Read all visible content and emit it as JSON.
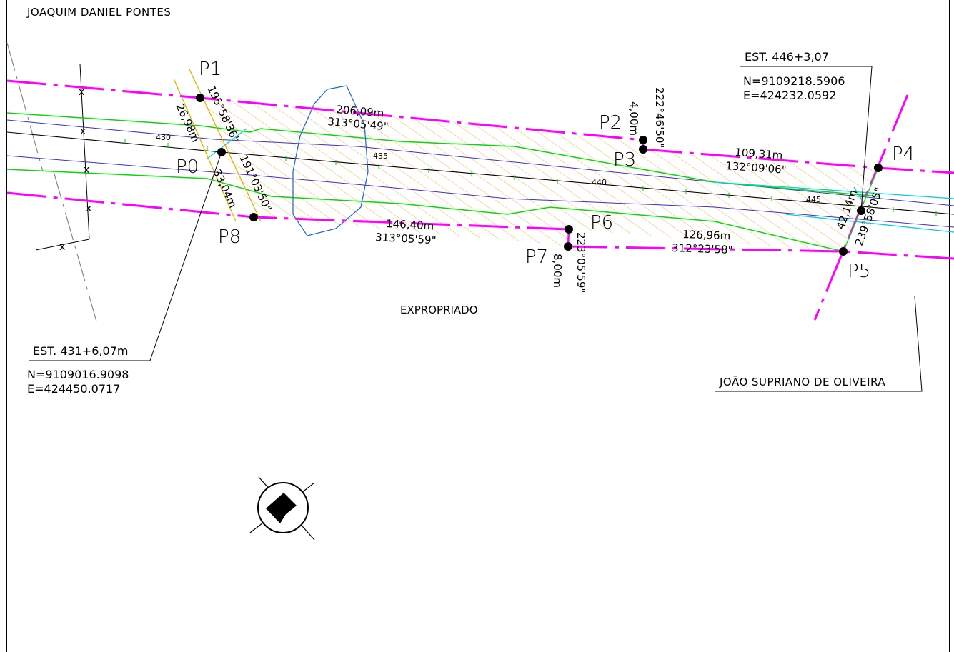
{
  "owners": {
    "top_left": "JOAQUIM DANIEL PONTES",
    "bottom_right": "JOÃO SUPRIANO DE OLIVEIRA"
  },
  "area_label": "EXPROPRIADO",
  "stations": {
    "start": {
      "label": "EST. 431+6,07m",
      "n": "N=9109016.9098",
      "e": "E=424450.0717"
    },
    "end": {
      "label": "EST. 446+3,07",
      "n": "N=9109218.5906",
      "e": "E=424232.0592"
    }
  },
  "points": {
    "p0": "P0",
    "p1": "P1",
    "p2": "P2",
    "p3": "P3",
    "p4": "P4",
    "p5": "P5",
    "p6": "P6",
    "p7": "P7",
    "p8": "P8"
  },
  "segments": {
    "p1_p2": {
      "distance": "206,09m",
      "bearing": "313°05'49\""
    },
    "p2_p3": {
      "distance": "4,00m",
      "bearing": "222°46'50\""
    },
    "p3_p4": {
      "distance": "109,31m",
      "bearing": "132°09'06\""
    },
    "p4_p5": {
      "distance": "42,14m",
      "bearing": "239°58'05\""
    },
    "p5_p6": {
      "distance": "126,96m",
      "bearing": "312°23'58\""
    },
    "p6_p7": {
      "distance": "8,00m",
      "bearing": "223°05'59\""
    },
    "p7_p8": {
      "distance": "146,40m",
      "bearing": "313°05'59\""
    },
    "p0_p1": {
      "distance": "26,98m",
      "bearing": "195°58'36\""
    },
    "p0_p8": {
      "distance": "33,04m",
      "bearing": "191°03'50\""
    }
  },
  "stations_along_axis": [
    "430",
    "435",
    "440",
    "445"
  ],
  "colors": {
    "boundary": "#ff00ff",
    "hatch": "#ffb347",
    "contour": "#00dd00",
    "road_edge": "#3a2fd0",
    "water": "#00d0e0",
    "pond": "#1a5fe0",
    "section": "#e6b000"
  }
}
